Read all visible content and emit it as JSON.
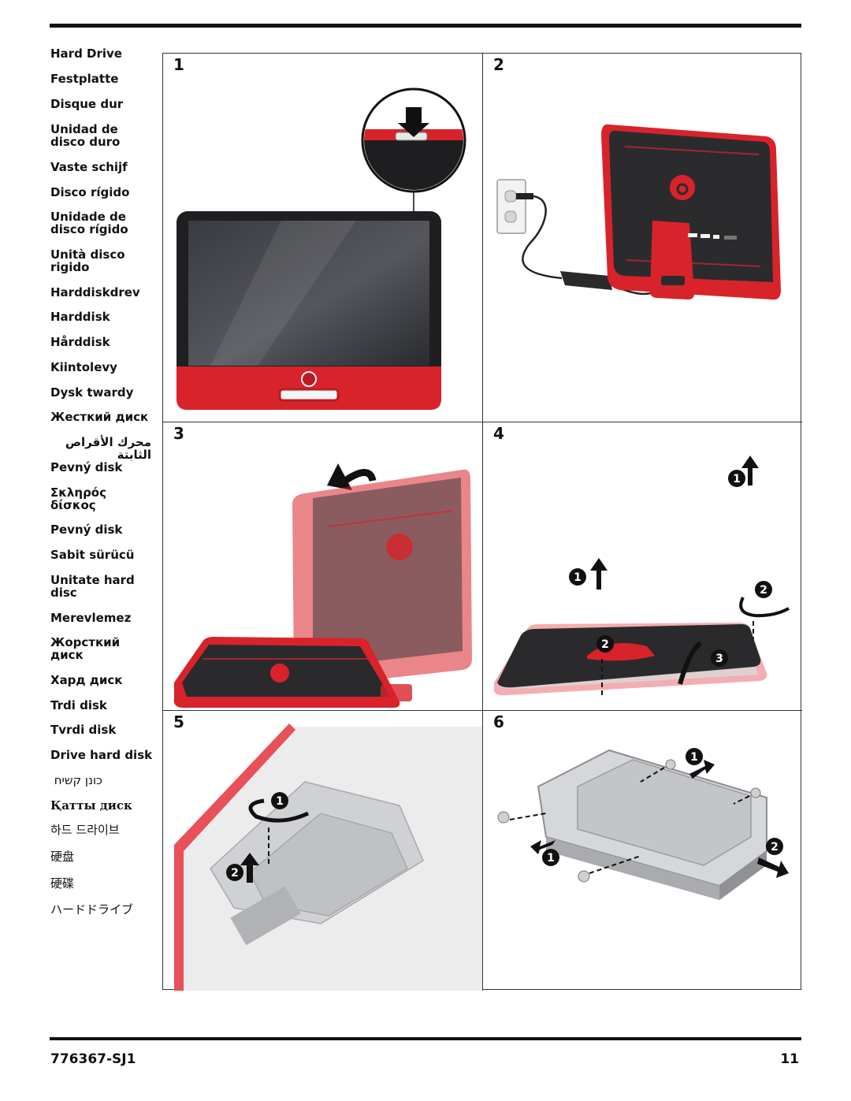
{
  "sidebar": {
    "labels": [
      "Hard Drive",
      "Festplatte",
      "Disque dur",
      "Unidad de\ndisco duro",
      "Vaste schijf",
      "Disco rígido",
      "Unidade de\ndisco rígido",
      "Unità disco\nrigido",
      "Harddiskdrev",
      "Harddisk",
      "Hårddisk",
      "Kiintolevy",
      "Dysk twardy",
      "Жесткий диск",
      "محرك الأقراص الثابتة",
      "Pevný disk",
      "Σκληρός\nδίσκος",
      "Pevný disk",
      "Sabit sürücü",
      "Unitate hard\ndisc",
      "Merevlemez",
      "Жорсткий\nдиск",
      "Хард диск",
      "Trdi disk",
      "Tvrdi disk",
      "Drive hard disk",
      "כונן קשיח",
      "Қатты диск",
      "하드 드라이브",
      "硬盘",
      "硬碟",
      "ハードドライブ"
    ]
  },
  "steps": {
    "s1": "1",
    "s2": "2",
    "s3": "3",
    "s4": "4",
    "s5": "5",
    "s6": "6"
  },
  "callouts": {
    "c1": "1",
    "c2": "2",
    "c3": "3"
  },
  "footer": {
    "doc_code": "776367-SJ1",
    "page_number": "11"
  },
  "colors": {
    "accent_red": "#d8232a",
    "light_red": "#f08a8e",
    "screen_dark": "#2b2b2e",
    "metal": "#c9cbce"
  }
}
